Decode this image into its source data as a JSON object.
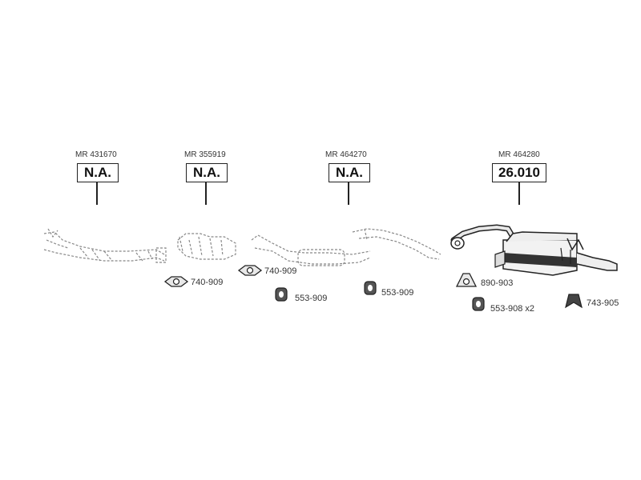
{
  "sections": [
    {
      "ref": "MR 431670",
      "code": "N.A."
    },
    {
      "ref": "MR 355919",
      "code": "N.A."
    },
    {
      "ref": "MR 464270",
      "code": "N.A."
    },
    {
      "ref": "MR 464280",
      "code": "26.010"
    }
  ],
  "parts": [
    {
      "label": "740-909",
      "icon": "gasket-icon"
    },
    {
      "label": "740-909",
      "icon": "gasket-icon"
    },
    {
      "label": "553-909",
      "icon": "rubber-mount-icon"
    },
    {
      "label": "553-909",
      "icon": "rubber-mount-icon"
    },
    {
      "label": "890-903",
      "icon": "gasket-icon"
    },
    {
      "label": "553-908 x2",
      "icon": "rubber-mount-icon"
    },
    {
      "label": "743-905",
      "icon": "rubber-hanger-icon"
    }
  ],
  "colors": {
    "line": "#222222",
    "dashed": "#888888",
    "part_fill": "#cfcfcf",
    "dark": "#333333"
  }
}
